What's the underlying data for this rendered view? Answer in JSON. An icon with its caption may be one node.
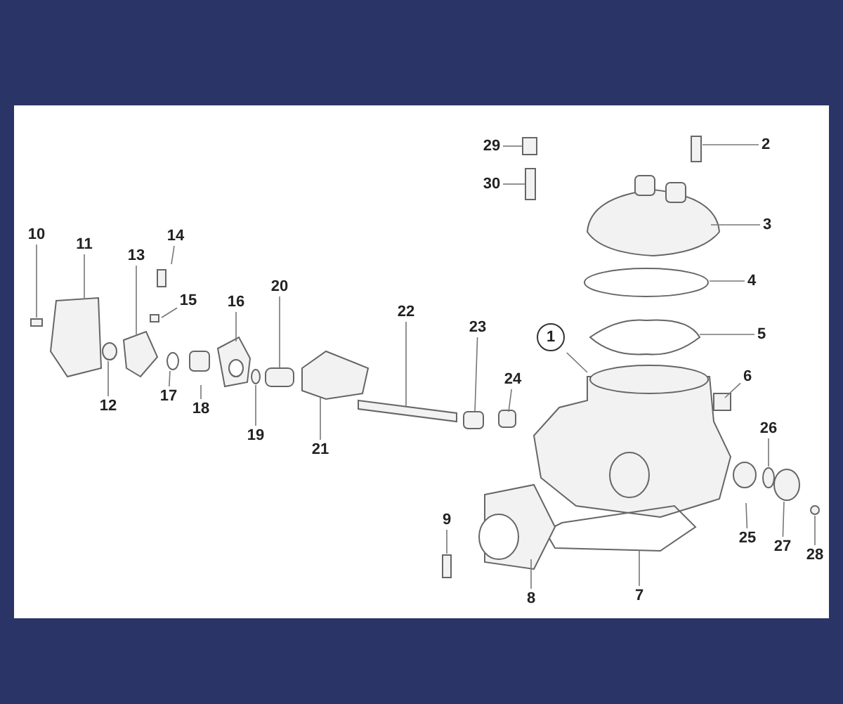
{
  "diagram": {
    "nodes": [
      {
        "text": [
          "1"
        ]
      },
      {
        "text": [
          "2"
        ]
      },
      {
        "text": [
          "3"
        ]
      },
      {
        "text": [
          "4"
        ]
      },
      {
        "text": [
          "5"
        ]
      },
      {
        "text": [
          "6"
        ]
      },
      {
        "text": [
          "7"
        ]
      },
      {
        "text": [
          "8"
        ]
      },
      {
        "text": [
          "9"
        ]
      },
      {
        "text": [
          "10"
        ]
      },
      {
        "text": [
          "11"
        ]
      },
      {
        "text": [
          "12"
        ]
      },
      {
        "text": [
          "13"
        ]
      },
      {
        "text": [
          "14"
        ]
      },
      {
        "text": [
          "15"
        ]
      },
      {
        "text": [
          "16"
        ]
      },
      {
        "text": [
          "17"
        ]
      },
      {
        "text": [
          "18"
        ]
      },
      {
        "text": [
          "19"
        ]
      },
      {
        "text": [
          "20"
        ]
      },
      {
        "text": [
          "21"
        ]
      },
      {
        "text": [
          "22"
        ]
      },
      {
        "text": [
          "23"
        ]
      },
      {
        "text": [
          "24"
        ]
      },
      {
        "text": [
          "25"
        ]
      },
      {
        "text": [
          "26"
        ]
      },
      {
        "text": [
          "27"
        ]
      },
      {
        "text": [
          "28"
        ]
      },
      {
        "text": [
          "29"
        ]
      },
      {
        "text": [
          "30"
        ]
      }
    ],
    "edges": [
      {
        "from": 0,
        "to": null,
        "arrow": "none"
      },
      {
        "from": 1,
        "to": null,
        "arrow": "none"
      },
      {
        "from": 2,
        "to": null,
        "arrow": "none"
      },
      {
        "from": 3,
        "to": null,
        "arrow": "none"
      },
      {
        "from": 4,
        "to": null,
        "arrow": "none"
      },
      {
        "from": 5,
        "to": null,
        "arrow": "none"
      },
      {
        "from": 6,
        "to": null,
        "arrow": "none"
      },
      {
        "from": 7,
        "to": null,
        "arrow": "none"
      },
      {
        "from": 8,
        "to": null,
        "arrow": "none"
      },
      {
        "from": 9,
        "to": null,
        "arrow": "none"
      },
      {
        "from": 10,
        "to": null,
        "arrow": "none"
      },
      {
        "from": 11,
        "to": null,
        "arrow": "none"
      },
      {
        "from": 12,
        "to": null,
        "arrow": "none"
      },
      {
        "from": 13,
        "to": null,
        "arrow": "none"
      },
      {
        "from": 14,
        "to": null,
        "arrow": "none"
      },
      {
        "from": 15,
        "to": null,
        "arrow": "none"
      },
      {
        "from": 16,
        "to": null,
        "arrow": "none"
      },
      {
        "from": 17,
        "to": null,
        "arrow": "none"
      },
      {
        "from": 18,
        "to": null,
        "arrow": "none"
      },
      {
        "from": 19,
        "to": null,
        "arrow": "none"
      },
      {
        "from": 20,
        "to": null,
        "arrow": "none"
      },
      {
        "from": 21,
        "to": null,
        "arrow": "none"
      },
      {
        "from": 22,
        "to": null,
        "arrow": "none"
      },
      {
        "from": 23,
        "to": null,
        "arrow": "none"
      },
      {
        "from": 24,
        "to": null,
        "arrow": "none"
      },
      {
        "from": 25,
        "to": null,
        "arrow": "none"
      },
      {
        "from": 26,
        "to": null,
        "arrow": "none"
      },
      {
        "from": 27,
        "to": null,
        "arrow": "none"
      },
      {
        "from": 28,
        "to": null,
        "arrow": "none"
      },
      {
        "from": 29,
        "to": null,
        "arrow": "none"
      }
    ]
  }
}
